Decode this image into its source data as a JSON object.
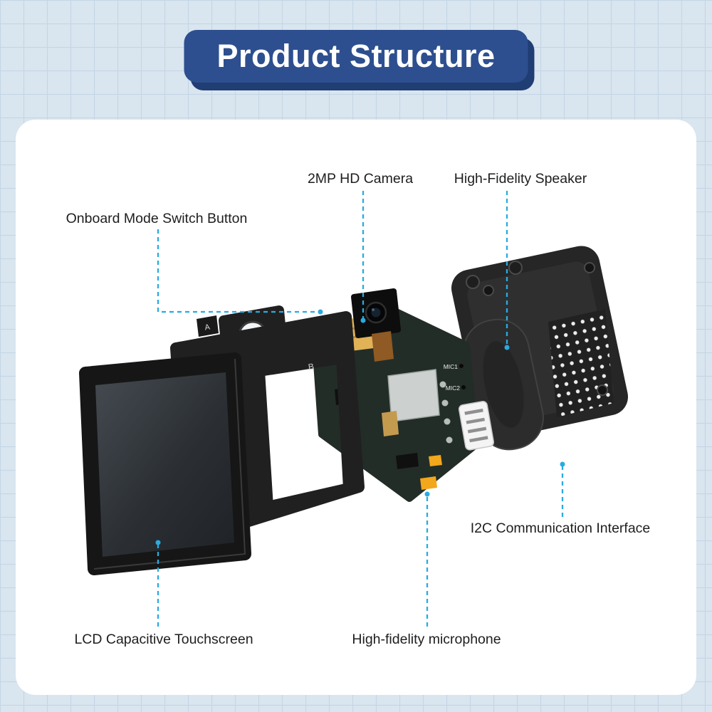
{
  "title": "Product Structure",
  "labels": {
    "mode_switch": "Onboard Mode Switch Button",
    "camera": "2MP HD Camera",
    "speaker": "High-Fidelity Speaker",
    "i2c": "I2C Communication Interface",
    "lcd": "LCD Capacitive Touchscreen",
    "microphone": "High-fidelity microphone"
  },
  "part_markings": {
    "button_a": "A",
    "button_b": "B",
    "mic1": "MIC1",
    "mic2": "MIC2"
  },
  "colors": {
    "accent_leader_line": "#29abe2",
    "banner_background": "#2d4f8f",
    "banner_shadow": "#203d74",
    "page_background": "#d9e5ef",
    "grid_line": "#c3d5e5",
    "panel_background": "#ffffff"
  }
}
